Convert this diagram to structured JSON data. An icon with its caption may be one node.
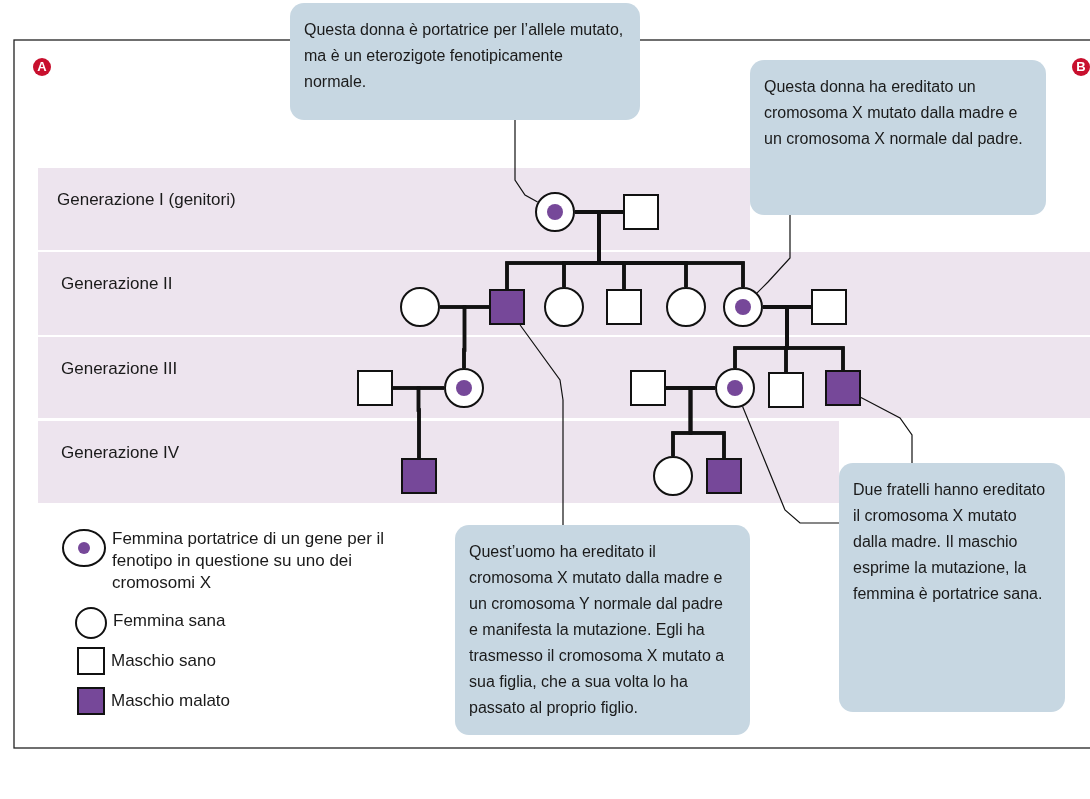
{
  "diagram": {
    "nodes": [
      {
        "text": [
          "Generazione I (genitori)"
        ]
      },
      {
        "text": [
          "Generazione II"
        ]
      },
      {
        "text": [
          "Generazione III"
        ]
      },
      {
        "text": [
          "Generazione IV"
        ]
      },
      {
        "text": [],
        "shape": "bullseye",
        "in": 0
      },
      {
        "text": [],
        "shape": "box",
        "in": 0
      },
      {
        "text": [],
        "shape": "circle",
        "in": 1
      },
      {
        "text": [],
        "shape": "block",
        "in": 1
      },
      {
        "text": [],
        "shape": "circle",
        "in": 1
      },
      {
        "text": [],
        "shape": "box",
        "in": 1
      },
      {
        "text": [],
        "shape": "circle",
        "in": 1
      },
      {
        "text": [],
        "shape": "bullseye",
        "in": 1
      },
      {
        "text": [],
        "shape": "box",
        "in": 1
      },
      {
        "text": [],
        "shape": "box",
        "in": 2
      },
      {
        "text": [],
        "shape": "bullseye",
        "in": 2
      },
      {
        "text": [],
        "shape": "box",
        "in": 2
      },
      {
        "text": [],
        "shape": "bullseye",
        "in": 2
      },
      {
        "text": [],
        "shape": "box",
        "in": 2
      },
      {
        "text": [],
        "shape": "block",
        "in": 2
      },
      {
        "text": [],
        "shape": "block",
        "in": 3
      },
      {
        "text": [],
        "shape": "circle",
        "in": 3
      },
      {
        "text": [],
        "shape": "block",
        "in": 3
      },
      {
        "text": [
          "Questa donna è portatrice per l’allele mutato, ma è un eterozigote fenotipicamente normale."
        ]
      },
      {
        "text": [
          "Questa donna ha ereditato un cromosoma X mutato dalla madre e un cromosoma X normale dal padre."
        ]
      },
      {
        "text": [
          "Due fratelli hanno ereditato il cromosoma X mutato dalla madre. Il maschio esprime la mutazione, la femmina è portatrice sana."
        ]
      },
      {
        "text": [
          "Quest’uomo ha ereditato il cromosoma X mutato dalla madre e un cromosoma Y normale dal padre e manifesta la mutazione. Egli ha trasmesso il cromosoma X mutato a sua figlia, che a sua volta lo ha passato al proprio figlio."
        ]
      }
    ],
    "edges": [
      {
        "from": 4,
        "to": 5,
        "arrow": "none"
      },
      {
        "from": 4,
        "to": 7,
        "arrow": "none"
      },
      {
        "from": 4,
        "to": 8,
        "arrow": "none"
      },
      {
        "from": 4,
        "to": 9,
        "arrow": "none"
      },
      {
        "from": 4,
        "to": 10,
        "arrow": "none"
      },
      {
        "from": 4,
        "to": 11,
        "arrow": "none"
      },
      {
        "from": 5,
        "to": 7,
        "arrow": "none"
      },
      {
        "from": 5,
        "to": 8,
        "arrow": "none"
      },
      {
        "from": 5,
        "to": 9,
        "arrow": "none"
      },
      {
        "from": 5,
        "to": 10,
        "arrow": "none"
      },
      {
        "from": 5,
        "to": 11,
        "arrow": "none"
      },
      {
        "from": 6,
        "to": 7,
        "arrow": "none"
      },
      {
        "from": 6,
        "to": 14,
        "arrow": "none"
      },
      {
        "from": 7,
        "to": 14,
        "arrow": "none"
      },
      {
        "from": 11,
        "to": 12,
        "arrow": "none"
      },
      {
        "from": 11,
        "to": 16,
        "arrow": "none"
      },
      {
        "from": 11,
        "to": 17,
        "arrow": "none"
      },
      {
        "from": 11,
        "to": 18,
        "arrow": "none"
      },
      {
        "from": 12,
        "to": 16,
        "arrow": "none"
      },
      {
        "from": 12,
        "to": 17,
        "arrow": "none"
      },
      {
        "from": 12,
        "to": 18,
        "arrow": "none"
      },
      {
        "from": 13,
        "to": 14,
        "arrow": "none"
      },
      {
        "from": 13,
        "to": 19,
        "arrow": "none"
      },
      {
        "from": 14,
        "to": 19,
        "arrow": "none"
      },
      {
        "from": 15,
        "to": 16,
        "arrow": "none"
      },
      {
        "from": 15,
        "to": 20,
        "arrow": "none"
      },
      {
        "from": 15,
        "to": 21,
        "arrow": "none"
      },
      {
        "from": 16,
        "to": 20,
        "arrow": "none"
      },
      {
        "from": 16,
        "to": 21,
        "arrow": "none"
      },
      {
        "from": 22,
        "to": 4,
        "arrow": "none"
      },
      {
        "from": 23,
        "to": 11,
        "arrow": "none"
      },
      {
        "from": 25,
        "to": 7,
        "arrow": "none"
      },
      {
        "from": 24,
        "to": 16,
        "arrow": "none"
      },
      {
        "from": 24,
        "to": 18,
        "arrow": "none"
      }
    ],
    "labels": [
      "A",
      "B"
    ],
    "legend": [
      {
        "text": "Femmina portatrice di un gene per il fenotipo in questione su uno dei cromosomi X"
      },
      {
        "text": "Femmina sana"
      },
      {
        "text": "Maschio sano"
      },
      {
        "text": "Maschio malato"
      }
    ]
  }
}
